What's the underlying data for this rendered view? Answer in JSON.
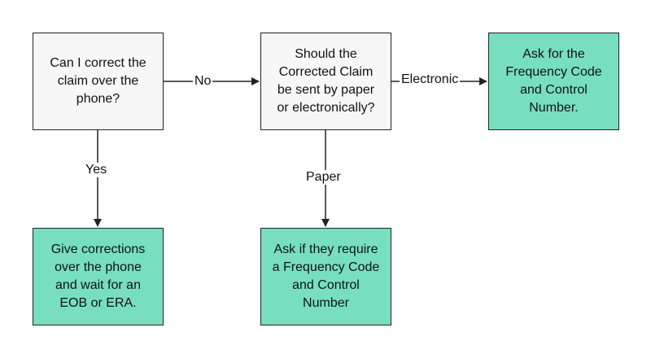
{
  "colors": {
    "action_fill": "#77dfc0",
    "question_fill": "#f7f7f7",
    "stroke": "#222222"
  },
  "nodes": {
    "q_phone": "Can I correct the\nclaim over the\nphone?",
    "q_send": "Should the\nCorrected Claim\nbe sent by paper\nor electronically?",
    "a_electronic": "Ask for the\nFrequency Code\nand Control\nNumber.",
    "a_phone": "Give corrections\nover the phone\nand wait for an\nEOB or ERA.",
    "a_paper": "Ask if they require\na Frequency Code\nand Control\nNumber"
  },
  "edges": {
    "no": "No",
    "electronic": "Electronic",
    "yes": "Yes",
    "paper": "Paper"
  }
}
